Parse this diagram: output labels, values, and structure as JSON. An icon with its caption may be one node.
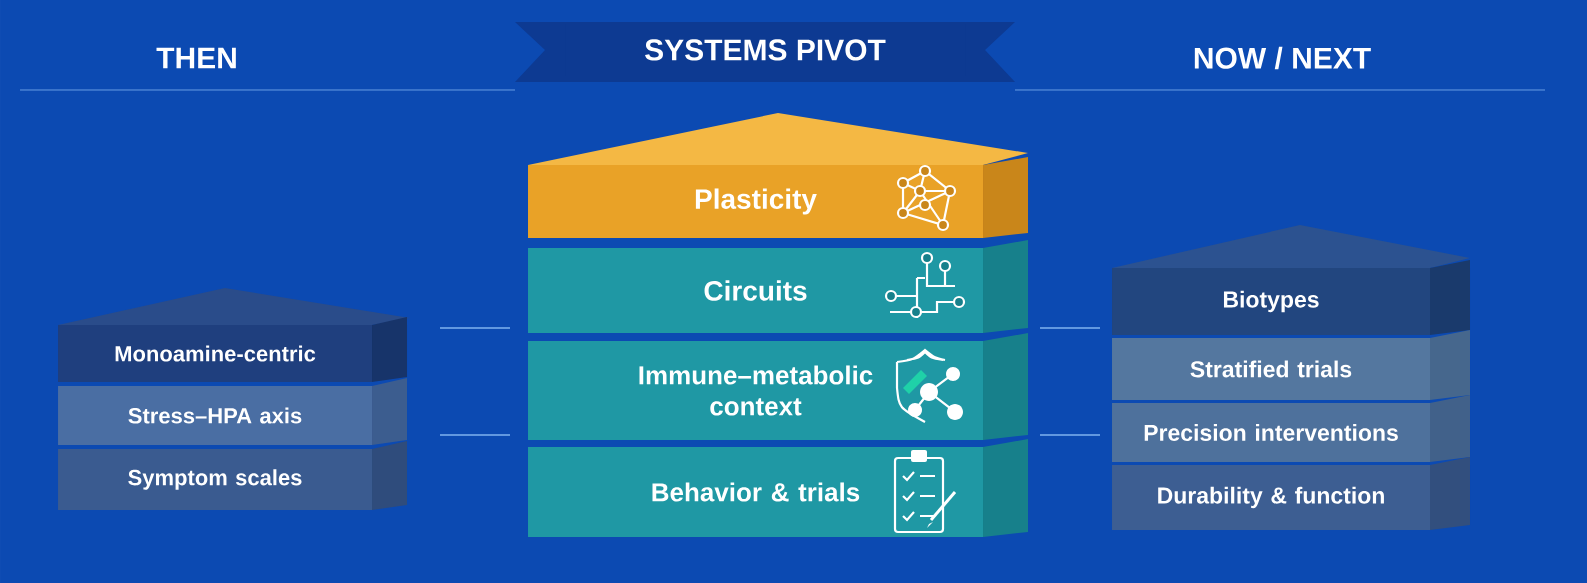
{
  "diagram": {
    "nodes": [
      {
        "text": [
          "SYSTEMS PIVOT"
        ]
      },
      {
        "text": [
          "Monoamine-centric"
        ]
      },
      {
        "text": [
          "Stress–HPA axis"
        ]
      },
      {
        "text": [
          "Symptom scales"
        ]
      },
      {
        "text": [
          "Plasticity"
        ]
      },
      {
        "text": [
          "Circuits"
        ]
      },
      {
        "text": [
          "Immune–metabolic context"
        ]
      },
      {
        "text": [
          "Behavior & trials"
        ]
      },
      {
        "text": [
          "Biotypes"
        ]
      },
      {
        "text": [
          "Stratified trials"
        ]
      },
      {
        "text": [
          "Precision interventions"
        ]
      },
      {
        "text": [
          "Durability & function"
        ]
      }
    ],
    "edges": [],
    "labels": [
      "THEN",
      "NOW / NEXT"
    ]
  }
}
